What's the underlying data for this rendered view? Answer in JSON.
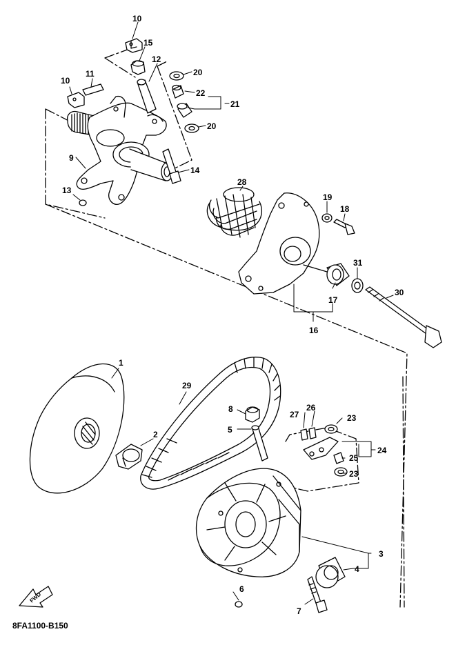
{
  "diagram_code": "8FA1100-B150",
  "fwd_label": "FWD",
  "callouts": {
    "p1": "1",
    "p2": "2",
    "p3": "3",
    "p4": "4",
    "p5": "5",
    "p6": "6",
    "p7": "7",
    "p8": "8",
    "p9": "9",
    "p10a": "10",
    "p10b": "10",
    "p11": "11",
    "p12": "12",
    "p13": "13",
    "p14": "14",
    "p15": "15",
    "p16": "16",
    "p17": "17",
    "p18": "18",
    "p19": "19",
    "p20a": "20",
    "p20b": "20",
    "p21": "21",
    "p22": "22",
    "p23a": "23",
    "p23b": "23",
    "p24": "24",
    "p25": "25",
    "p26": "26",
    "p27": "27",
    "p28": "28",
    "p29": "29",
    "p30": "30",
    "p31": "31"
  }
}
